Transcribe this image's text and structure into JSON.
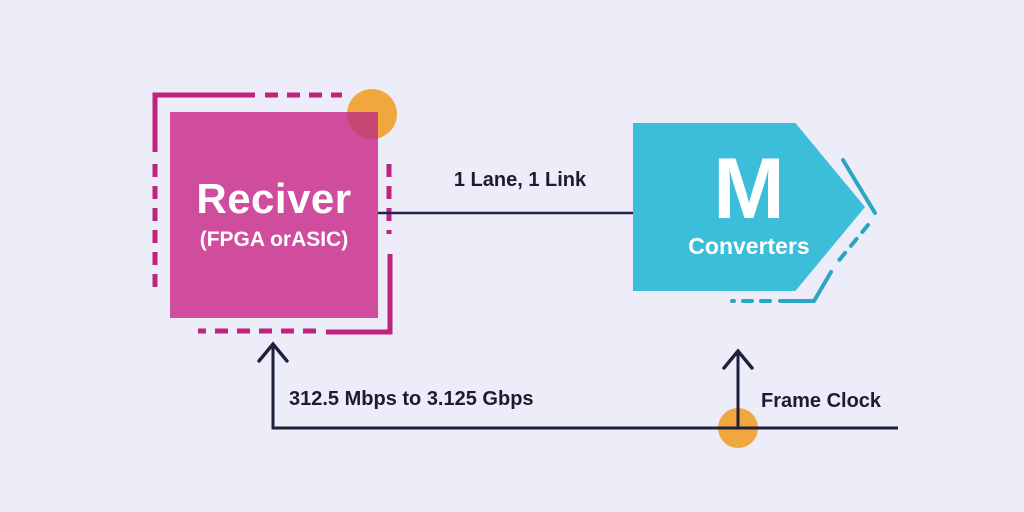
{
  "colors": {
    "background": "#edecf9",
    "pink": "#ce4196",
    "pink_deep": "#c0227f",
    "overlap": "#c84674",
    "cyan": "#3cbdda",
    "teal_outline": "#2ba6c2",
    "orange": "#f0a73d",
    "line": "#23234f",
    "text_dark": "#1c1c2e",
    "white": "#ffffff"
  },
  "receiver": {
    "title": "Reciver",
    "subtitle": "(FPGA orASIC)"
  },
  "converters": {
    "letter": "M",
    "label": "Converters"
  },
  "connection": {
    "label": "1 Lane, 1 Link"
  },
  "annotations": {
    "data_rate": "312.5 Mbps to 3.125 Gbps",
    "frame_clock": "Frame Clock"
  }
}
